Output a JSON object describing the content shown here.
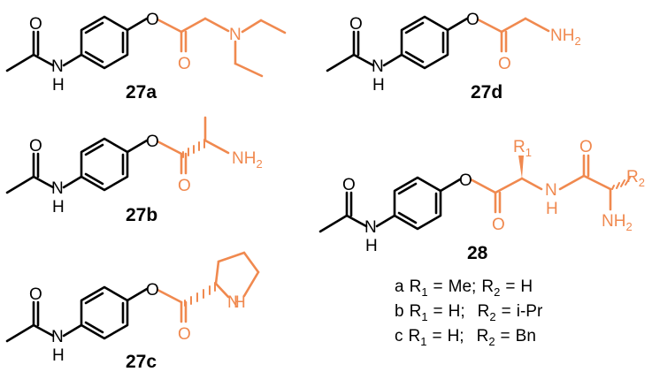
{
  "colors": {
    "bond": "#000000",
    "highlight": "#F0894F"
  },
  "compounds": [
    {
      "id": "27a",
      "label": "27a"
    },
    {
      "id": "27b",
      "label": "27b"
    },
    {
      "id": "27c",
      "label": "27c"
    },
    {
      "id": "27d",
      "label": "27d"
    },
    {
      "id": "28",
      "label": "28"
    }
  ],
  "atoms": {
    "O": "O",
    "H": "H",
    "N": "N",
    "NH2": "NH",
    "sub2": "2",
    "R": "R",
    "sub1": "1"
  },
  "legend": [
    {
      "key": "a",
      "r1": "Me;",
      "r2": "H"
    },
    {
      "key": "b",
      "r1": "H;",
      "r2": "i-Pr"
    },
    {
      "key": "c",
      "r1": "H;",
      "r2": "Bn"
    }
  ],
  "legend_text": {
    "R": "R",
    "sub1": "1",
    "sub2": "2",
    "eq": "="
  }
}
